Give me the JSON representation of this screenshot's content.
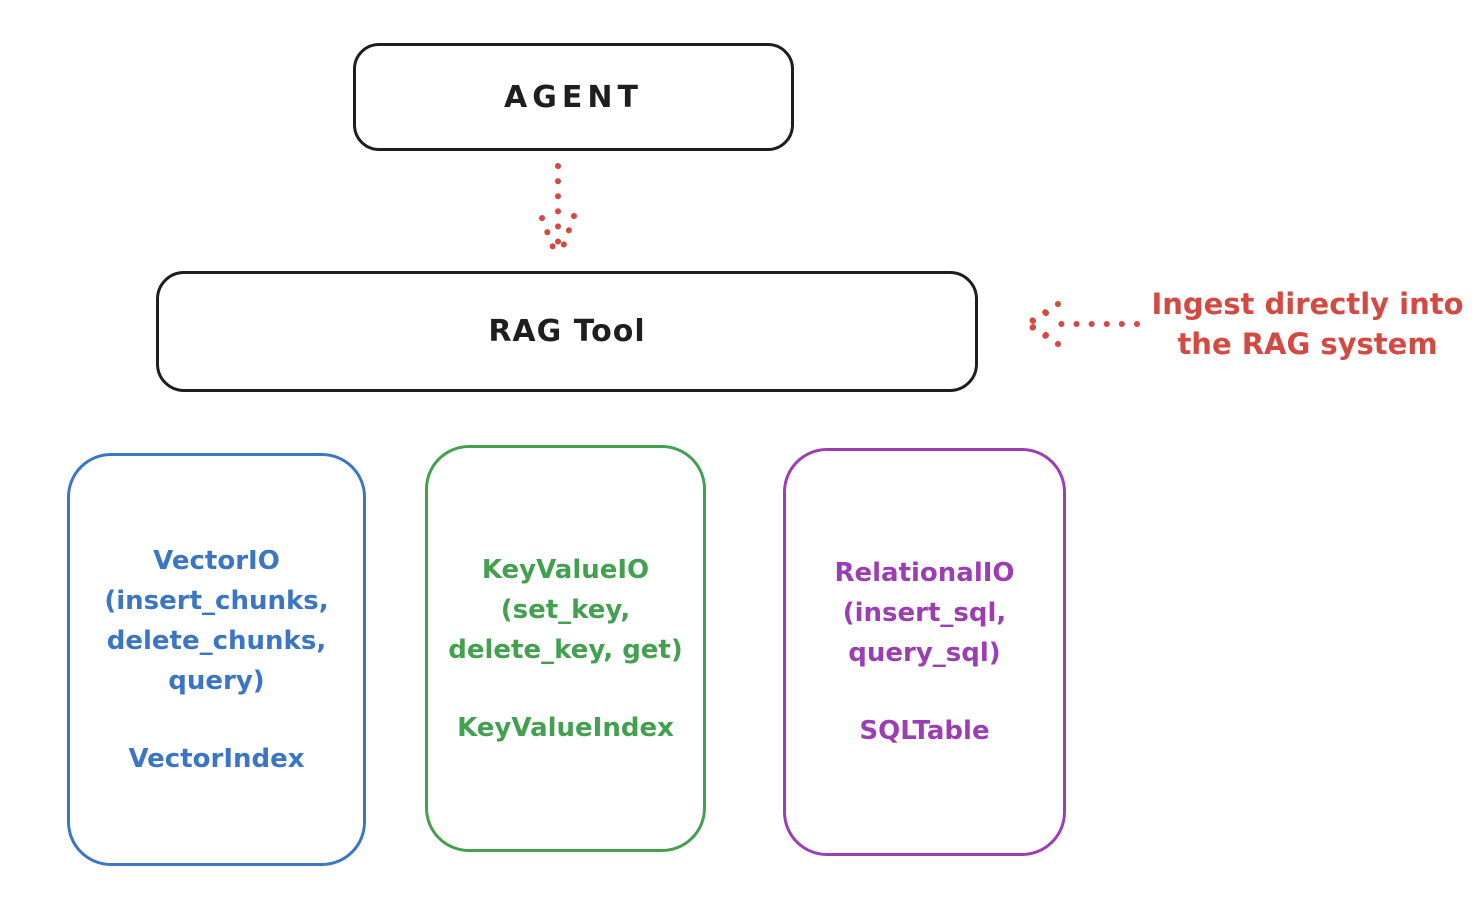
{
  "agent_box": {
    "label": "AGENT",
    "stroke_color": "#1e1e1e"
  },
  "rag_tool_box": {
    "label": "RAG Tool",
    "stroke_color": "#1e1e1e"
  },
  "ingest_annotation": {
    "line1": "Ingest directly into",
    "line2": "the RAG system",
    "color": "#d24a42"
  },
  "arrows": {
    "agent_to_rag": {
      "style": "dotted",
      "color": "#d24a42",
      "direction": "down"
    },
    "ingest_to_rag": {
      "style": "dotted",
      "color": "#d24a42",
      "direction": "left"
    }
  },
  "vector_box": {
    "lines": [
      "VectorIO",
      "(insert_chunks,",
      "delete_chunks,",
      "query)"
    ],
    "index_label": "VectorIndex",
    "color": "#3b76c4"
  },
  "keyvalue_box": {
    "lines": [
      "KeyValueIO",
      "(set_key,",
      "delete_key, get)"
    ],
    "index_label": "KeyValueIndex",
    "color": "#42a04f"
  },
  "relational_box": {
    "lines": [
      "RelationalIO",
      "(insert_sql,",
      "query_sql)"
    ],
    "index_label": "SQLTable",
    "color": "#9c3db3"
  }
}
